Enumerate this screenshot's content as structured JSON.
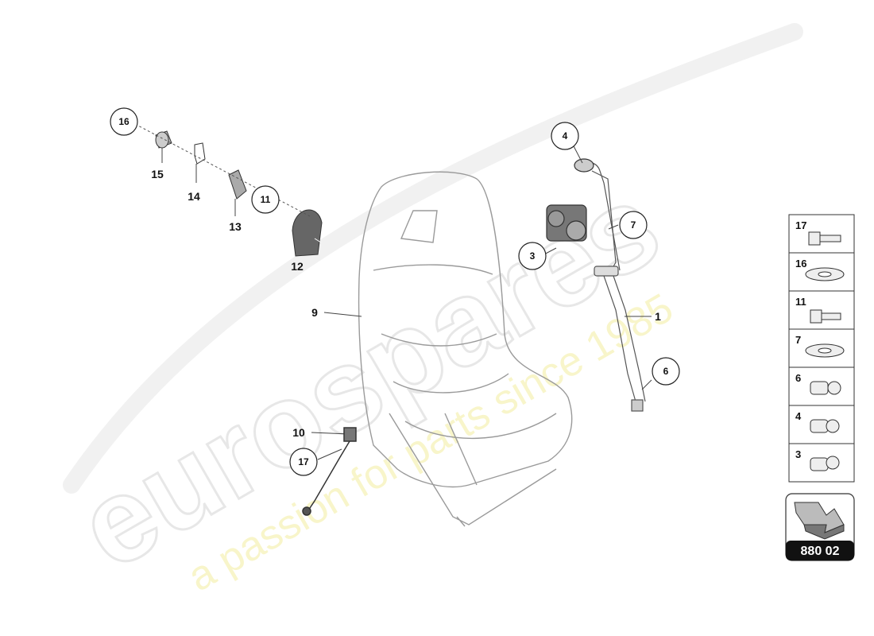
{
  "watermark": {
    "brand": "eurospares",
    "tagline": "a passion for parts since 1985"
  },
  "callouts": {
    "c16": "16",
    "c11": "11",
    "c4": "4",
    "c7": "7",
    "c3": "3",
    "c6": "6",
    "c17": "17"
  },
  "labels": {
    "l15": "15",
    "l14": "14",
    "l13": "13",
    "l12": "12",
    "l9": "9",
    "l1": "1",
    "l10": "10"
  },
  "legend": {
    "items": [
      "17",
      "16",
      "11",
      "7",
      "6",
      "4",
      "3"
    ]
  },
  "badge": {
    "code": "880 02"
  }
}
